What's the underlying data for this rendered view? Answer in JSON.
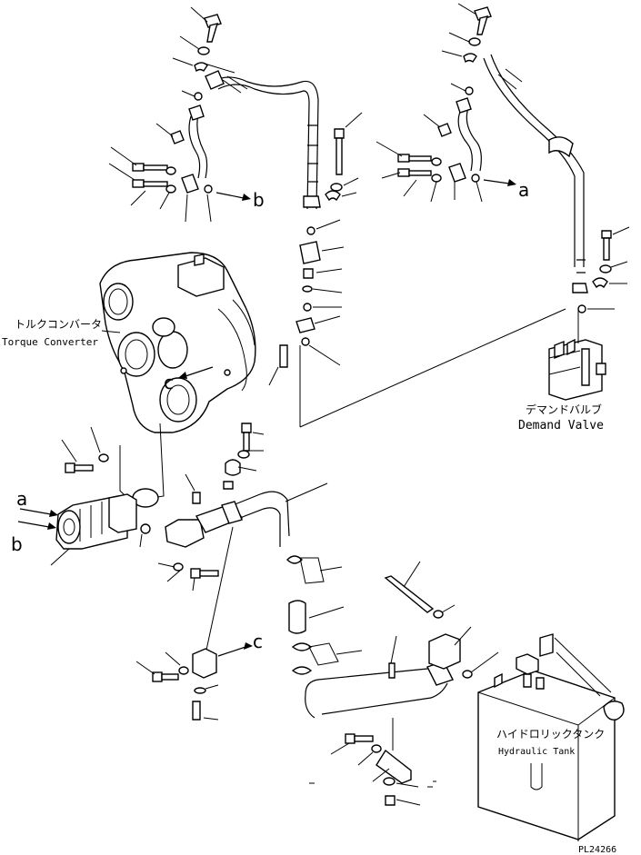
{
  "labels": {
    "torque_converter_jp": "トルクコンバータ",
    "torque_converter_en": "Torque Converter",
    "demand_valve_jp": "デマンドバルブ",
    "demand_valve_en": "Demand Valve",
    "hydraulic_tank_jp": "ハイドロリックタンク",
    "hydraulic_tank_en": "Hydraulic Tank",
    "ref_a": "a",
    "ref_b": "b",
    "ref_c": "c",
    "drawing_number": "PL24266"
  }
}
